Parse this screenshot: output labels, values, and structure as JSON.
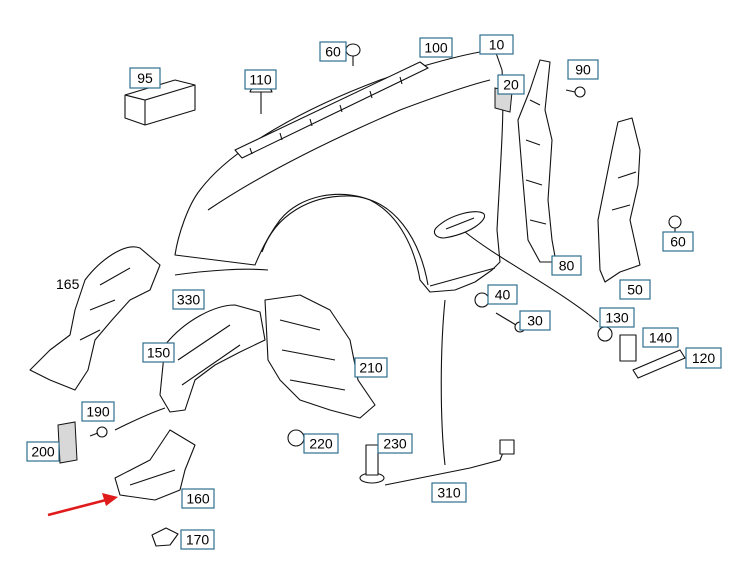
{
  "callouts": [
    {
      "id": "c60a",
      "label": "60"
    },
    {
      "id": "c100",
      "label": "100"
    },
    {
      "id": "c10",
      "label": "10"
    },
    {
      "id": "c95",
      "label": "95"
    },
    {
      "id": "c110",
      "label": "110"
    },
    {
      "id": "c20",
      "label": "20"
    },
    {
      "id": "c90",
      "label": "90"
    },
    {
      "id": "c60b",
      "label": "60"
    },
    {
      "id": "c80",
      "label": "80"
    },
    {
      "id": "c50",
      "label": "50"
    },
    {
      "id": "c330",
      "label": "330"
    },
    {
      "id": "c40",
      "label": "40"
    },
    {
      "id": "c30",
      "label": "30"
    },
    {
      "id": "c130",
      "label": "130"
    },
    {
      "id": "c140",
      "label": "140"
    },
    {
      "id": "c120",
      "label": "120"
    },
    {
      "id": "c150",
      "label": "150"
    },
    {
      "id": "c210",
      "label": "210"
    },
    {
      "id": "c190",
      "label": "190"
    },
    {
      "id": "c200",
      "label": "200"
    },
    {
      "id": "c220",
      "label": "220"
    },
    {
      "id": "c230",
      "label": "230"
    },
    {
      "id": "c160",
      "label": "160"
    },
    {
      "id": "c310",
      "label": "310"
    },
    {
      "id": "c170",
      "label": "170"
    }
  ],
  "plain_labels": {
    "label_165": "165"
  },
  "colors": {
    "callout_border": "#2f6f8f",
    "pointer_arrow": "#e01b1b",
    "line_art": "#111111"
  }
}
